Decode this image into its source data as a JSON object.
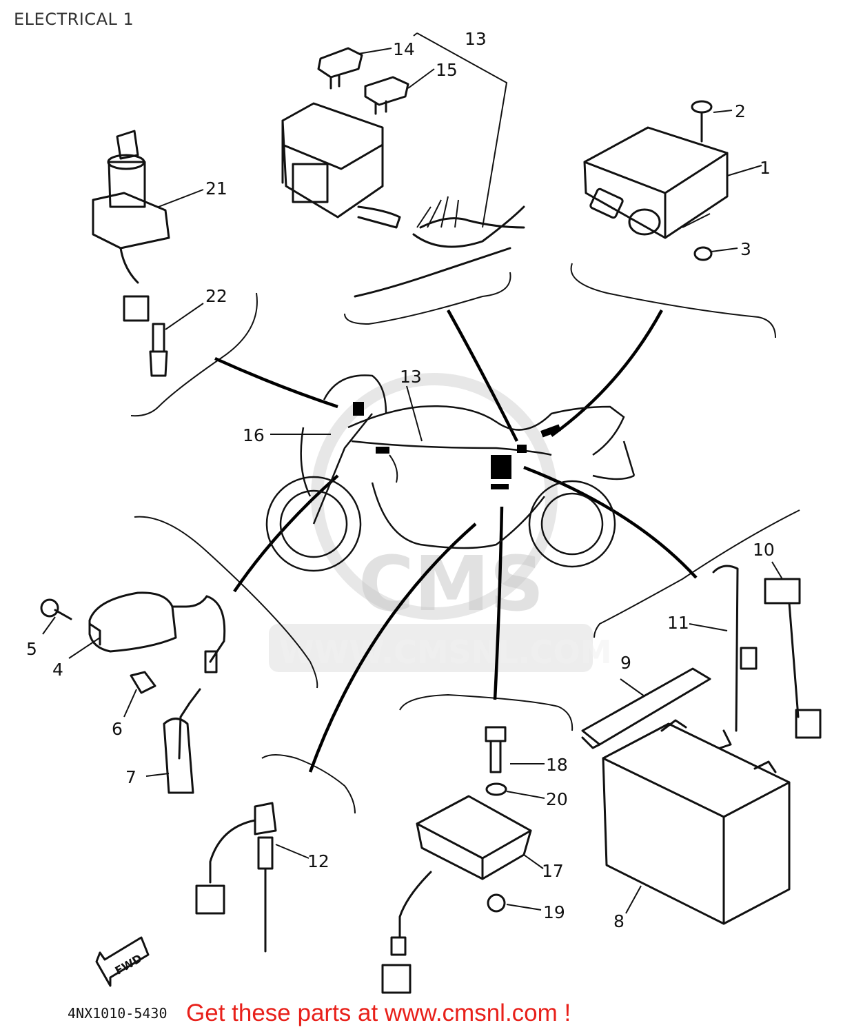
{
  "header": {
    "title": "ELECTRICAL 1"
  },
  "watermark": {
    "logo_text": "CMS",
    "url_text": "WWW.CMSNL.COM"
  },
  "callouts": {
    "c1": "1",
    "c2": "2",
    "c3": "3",
    "c4": "4",
    "c5": "5",
    "c6": "6",
    "c7": "7",
    "c8": "8",
    "c9": "9",
    "c10": "10",
    "c11": "11",
    "c12": "12",
    "c13a": "13",
    "c13b": "13",
    "c14": "14",
    "c15": "15",
    "c16": "16",
    "c17": "17",
    "c18": "18",
    "c19": "19",
    "c20": "20",
    "c21": "21",
    "c22": "22"
  },
  "fwd_label": "FWD",
  "drawing_code": "4NX1010-5430",
  "footer": {
    "ad_text": "Get these parts at www.cmsnl.com !",
    "ad_color": "#e8201a"
  }
}
